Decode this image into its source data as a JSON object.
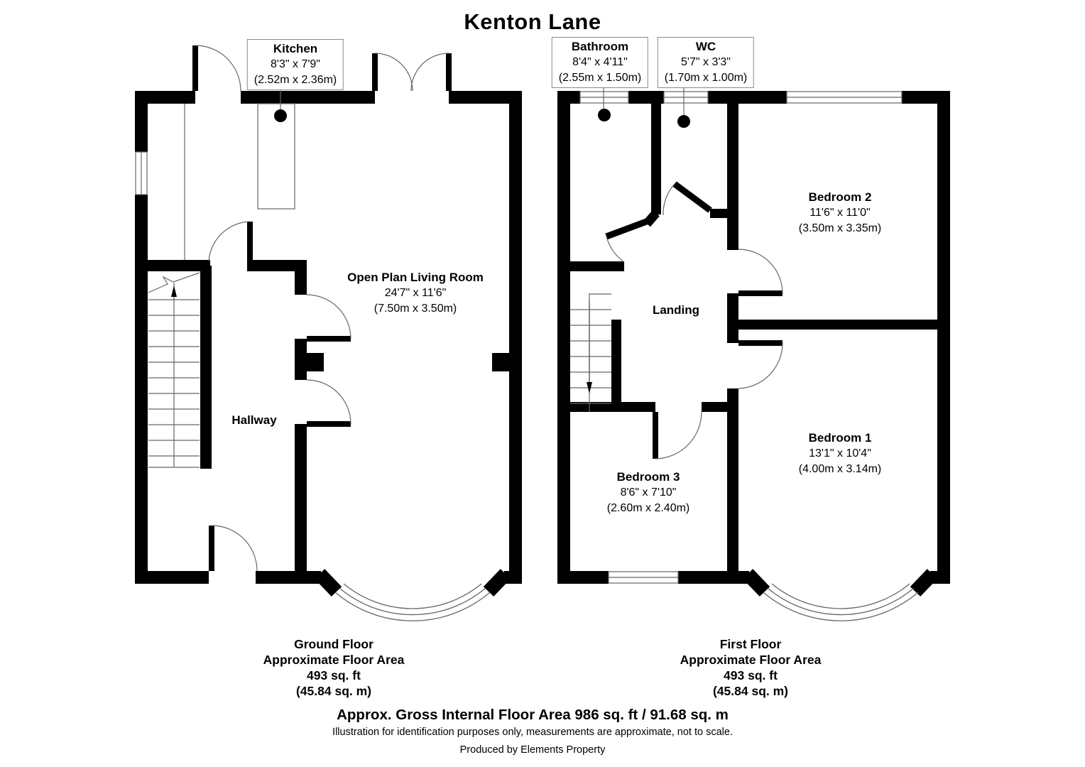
{
  "title": "Kenton Lane",
  "colors": {
    "wall": "#000000",
    "thin_line": "#666666",
    "background": "#ffffff",
    "label_border": "#8a8a8a"
  },
  "ground_floor": {
    "kitchen": {
      "name": "Kitchen",
      "dims_imperial": "8'3\" x 7'9\"",
      "dims_metric": "(2.52m x 2.36m)"
    },
    "living": {
      "name": "Open Plan Living Room",
      "dims_imperial": "24'7\" x 11'6\"",
      "dims_metric": "(7.50m x 3.50m)"
    },
    "hallway": {
      "name": "Hallway"
    },
    "summary": {
      "floor": "Ground Floor",
      "label": "Approximate Floor Area",
      "area_ft": "493 sq. ft",
      "area_m": "(45.84 sq. m)"
    }
  },
  "first_floor": {
    "bathroom": {
      "name": "Bathroom",
      "dims_imperial": "8'4\" x 4'11\"",
      "dims_metric": "(2.55m x 1.50m)"
    },
    "wc": {
      "name": "WC",
      "dims_imperial": "5'7\" x 3'3\"",
      "dims_metric": "(1.70m x 1.00m)"
    },
    "bedroom2": {
      "name": "Bedroom 2",
      "dims_imperial": "11'6\" x 11'0\"",
      "dims_metric": "(3.50m x 3.35m)"
    },
    "landing": {
      "name": "Landing"
    },
    "bedroom3": {
      "name": "Bedroom 3",
      "dims_imperial": "8'6\" x 7'10\"",
      "dims_metric": "(2.60m x 2.40m)"
    },
    "bedroom1": {
      "name": "Bedroom 1",
      "dims_imperial": "13'1\" x 10'4\"",
      "dims_metric": "(4.00m x 3.14m)"
    },
    "summary": {
      "floor": "First Floor",
      "label": "Approximate Floor Area",
      "area_ft": "493 sq. ft",
      "area_m": "(45.84 sq. m)"
    }
  },
  "footer": {
    "gross_area": "Approx. Gross Internal Floor Area 986 sq. ft / 91.68 sq. m",
    "disclaimer": "Illustration for identification purposes only, measurements are approximate, not to scale.",
    "credit": "Produced by Elements Property"
  }
}
